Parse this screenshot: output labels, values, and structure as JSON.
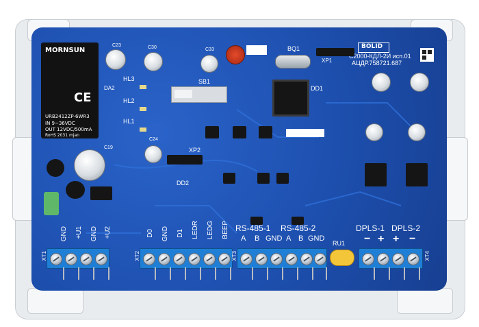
{
  "module": {
    "brand": "BOLID",
    "model": "С2000-КДЛ-2И исп.01",
    "part": "АЦДР.758721.687"
  },
  "psu": {
    "brand": "MORNSUN",
    "model": "URB2412ZP-6WR3",
    "in": "IN 9~36VDC",
    "out": "OUT 12VDC/500mA",
    "rohs": "RoHS 2031 mjan"
  },
  "board_labels": {
    "hl3": "HL3",
    "hl2": "HL2",
    "hl1": "HL1",
    "sb1": "SB1",
    "bq1": "BQ1",
    "xp1": "XP1",
    "dd1": "DD1",
    "dd2": "DD2",
    "xp2": "XP2",
    "ru1": "RU1",
    "da2": "DA2",
    "rs485_1": "RS-485-1",
    "rs485_2": "RS-485-2",
    "dpls1": "DPLS-1",
    "dpls2": "DPLS-2",
    "c23": "C23",
    "c30": "C30",
    "c33": "C33",
    "c24": "C24",
    "c19": "C19"
  },
  "terminals": {
    "xt1": {
      "id": "XT1",
      "pins": [
        "GND",
        "+U1",
        "GND",
        "+U2"
      ]
    },
    "xt2": {
      "id": "XT2",
      "pins": [
        "D0",
        "GND",
        "D1",
        "LEDR",
        "LEDG",
        "BEEP"
      ]
    },
    "xt3": {
      "id": "XT3",
      "pins": [
        "A",
        "B",
        "GND",
        "A",
        "B",
        "GND"
      ]
    },
    "xt4": {
      "id": "XT4",
      "pins": [
        "−",
        "+",
        "+",
        "−"
      ]
    }
  }
}
